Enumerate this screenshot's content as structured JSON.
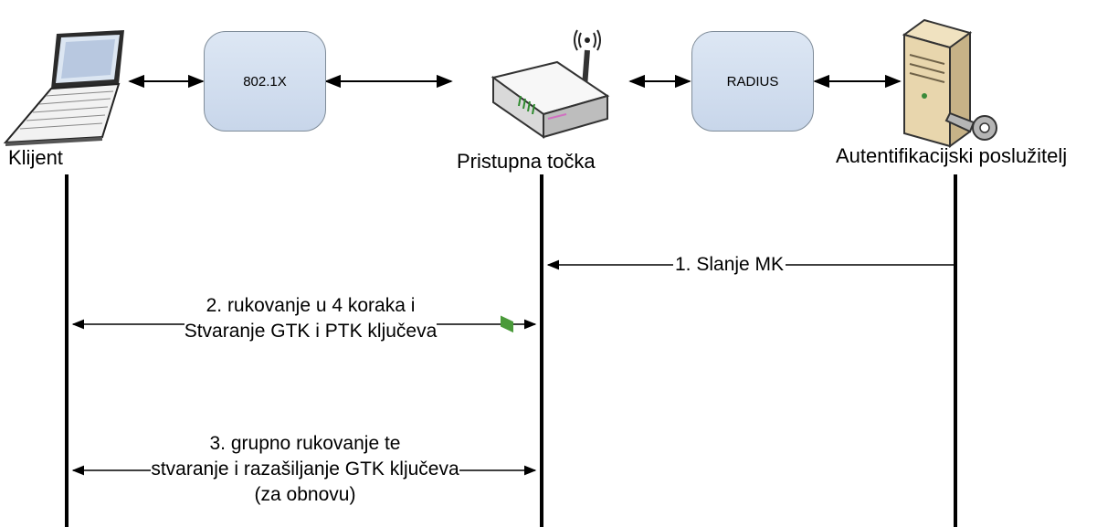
{
  "nodes": {
    "client": "Klijent",
    "access_point": "Pristupna točka",
    "auth_server": "Autentifikacijski poslužitelj"
  },
  "protocols": {
    "left": "802.1X",
    "right": "RADIUS"
  },
  "messages": {
    "m1": "1. Slanje MK",
    "m2_line1": "2. rukovanje u 4 koraka i",
    "m2_line2": "Stvaranje GTK i PTK ključeva",
    "m3_line1": "3. grupno rukovanje te",
    "m3_line2": "stvaranje i razašiljanje GTK ključeva",
    "m3_line3": "(za obnovu)"
  },
  "icons": {
    "client": "laptop-icon",
    "access_point": "wireless-access-point-icon",
    "auth_server": "server-with-key-icon"
  }
}
